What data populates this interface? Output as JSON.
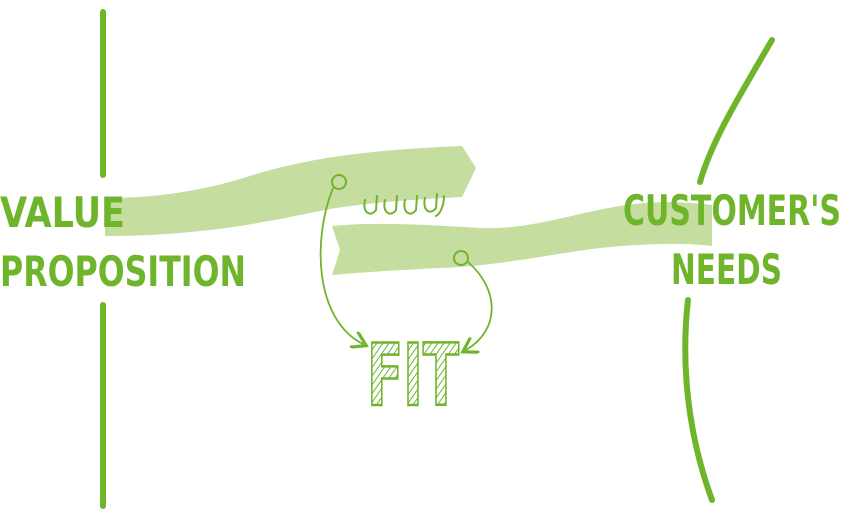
{
  "labels": {
    "left_line1": "VALUE",
    "left_line2": "PROPOSITION",
    "right_line1": "CUSTOMER'S",
    "right_line2": "NEEDS",
    "center": "FIT"
  },
  "colors": {
    "line": "#6fb52c",
    "text": "#6fb52c",
    "band": "#c5dea0",
    "hook_stroke": "#6fb52c",
    "background": "#ffffff"
  },
  "icons": {
    "hooks": "hook-icon",
    "arrows": "curved-arrow-icon"
  }
}
